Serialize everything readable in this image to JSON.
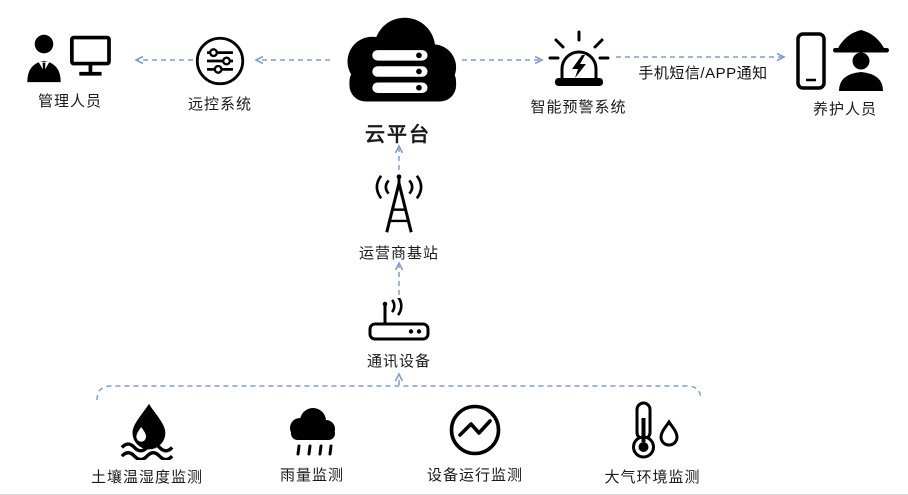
{
  "diagram": {
    "colors": {
      "arrow": "#7f9ed1",
      "icon": "#000000",
      "background": "#ffffff"
    },
    "nodes": {
      "admin": {
        "label": "管理人员"
      },
      "remote": {
        "label": "远控系统"
      },
      "cloud": {
        "label": "云平台"
      },
      "alert": {
        "label": "智能预警系统"
      },
      "maintainer": {
        "label": "养护人员"
      },
      "basestation": {
        "label": "运营商基站"
      },
      "comm": {
        "label": "通讯设备"
      },
      "soil": {
        "label": "土壤温湿度监测"
      },
      "rain": {
        "label": "雨量监测"
      },
      "device": {
        "label": "设备运行监测"
      },
      "atmos": {
        "label": "大气环境监测"
      }
    },
    "edges": {
      "notify_label": "手机短信/APP通知"
    }
  }
}
